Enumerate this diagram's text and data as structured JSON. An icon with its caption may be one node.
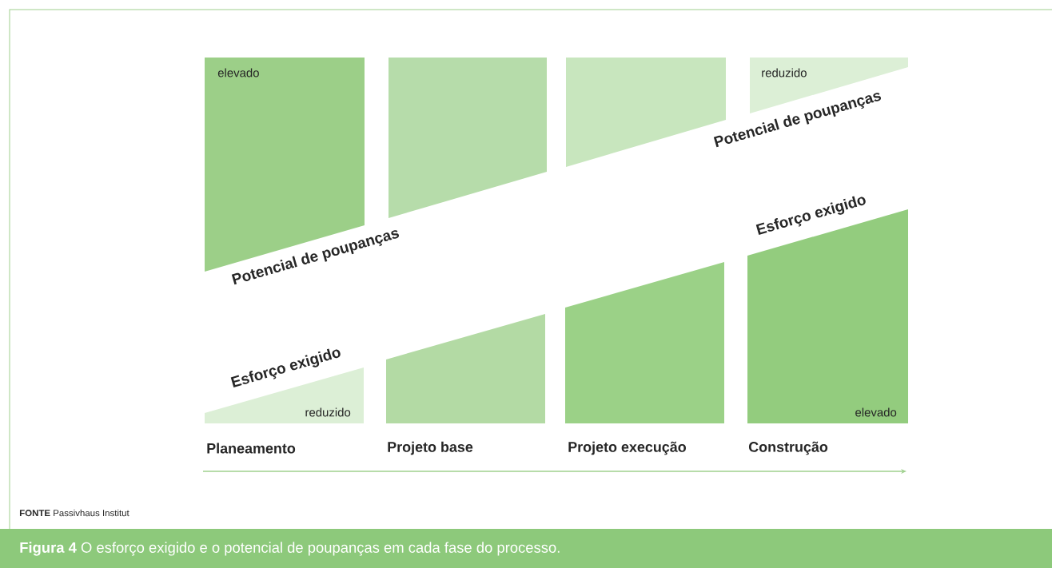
{
  "diagram": {
    "caption": "**Figura 4** O esforço exigido e o potencial de poupanças em cada fase do processo.",
    "nodes": [
      {
        "text": [
          "elevado"
        ]
      },
      {
        "text": [],
        "shape": "box"
      },
      {
        "text": [],
        "shape": "box"
      },
      {
        "text": [
          "reduzido"
        ]
      },
      {
        "text": [
          "reduzido"
        ]
      },
      {
        "text": [],
        "shape": "box"
      },
      {
        "text": [],
        "shape": "box"
      },
      {
        "text": [
          "elevado"
        ]
      }
    ],
    "labels": [
      "Potencial de poupanças",
      "Esforço exigido",
      "Potencial de poupanças",
      "Esforço exigido",
      "Planeamento",
      "Projeto base",
      "Projeto execução",
      "Construção",
      "**FONTE** Passivhaus Institut"
    ]
  }
}
